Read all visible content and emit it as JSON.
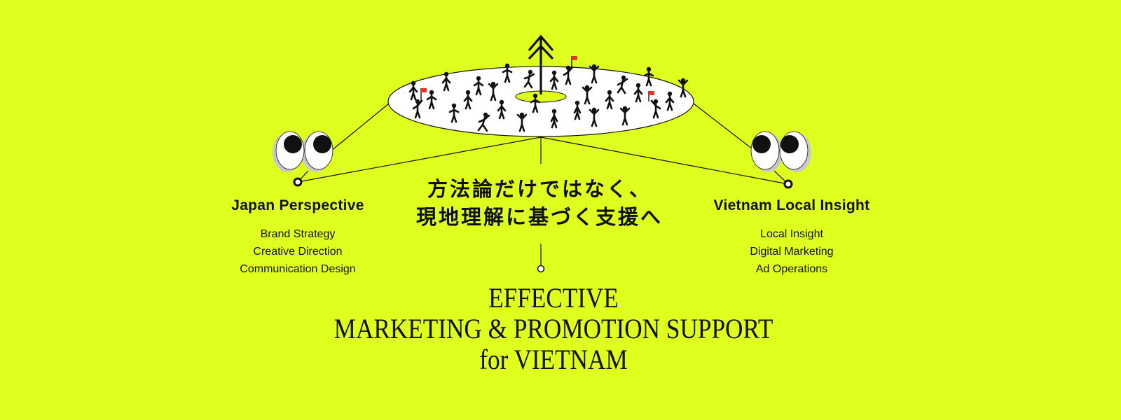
{
  "left": {
    "title": "Japan Perspective",
    "services": [
      "Brand Strategy",
      "Creative Direction",
      "Communication Design"
    ]
  },
  "right": {
    "title": "Vietnam Local Insight",
    "services": [
      "Local Insight",
      "Digital Marketing",
      "Ad Operations"
    ]
  },
  "headline": {
    "line1": "方法論だけではなく、",
    "line2": "現地理解に基づく支援へ"
  },
  "tagline": {
    "line1": "EFFECTIVE",
    "line2": "MARKETING & PROMOTION SUPPORT",
    "line3": "for VIETNAM"
  },
  "colors": {
    "background": "#dfff1f",
    "ink": "#111111",
    "flag": "#e8351f",
    "eye_shadow": "#c9c9c9"
  }
}
